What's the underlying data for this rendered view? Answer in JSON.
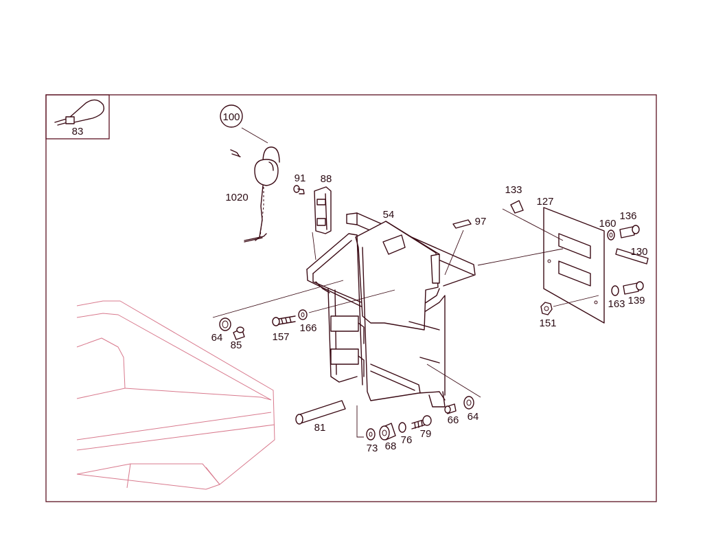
{
  "diagram": {
    "inset_part": "83",
    "circled_part": "100",
    "parts": [
      "1020",
      "91",
      "88",
      "54",
      "97",
      "133",
      "127",
      "160",
      "136",
      "130",
      "151",
      "163",
      "139",
      "64",
      "85",
      "157",
      "166",
      "81",
      "73",
      "68",
      "76",
      "79",
      "66",
      "64"
    ]
  }
}
